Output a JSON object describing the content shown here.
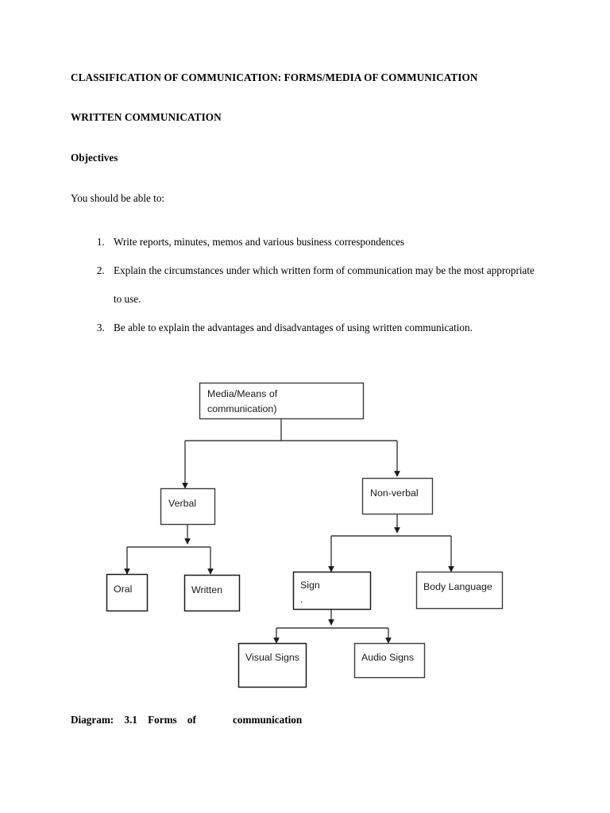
{
  "document": {
    "title": "CLASSIFICATION OF COMMUNICATION: FORMS/MEDIA OF COMMUNICATION",
    "subtitle": "WRITTEN COMMUNICATION",
    "objectives_heading": "Objectives",
    "lead_in": "You should be able to:",
    "objectives": [
      "Write reports, minutes, memos and various business correspondences",
      "Explain the circumstances under which written form of communication may be the most appropriate to use.",
      "Be able to explain the advantages and disadvantages of using written communication."
    ]
  },
  "diagram": {
    "nodes": {
      "root_line1": "Media/Means of",
      "root_line2": "communication)",
      "verbal": "Verbal",
      "nonverbal": "Non-verbal",
      "oral": "Oral",
      "written": "Written",
      "sign": "Sign",
      "sign_line2": ".",
      "body_language": "Body Language",
      "visual_signs": "Visual Signs",
      "audio_signs": "Audio Signs"
    },
    "edges": [
      {
        "from": "root",
        "to": "verbal"
      },
      {
        "from": "root",
        "to": "nonverbal"
      },
      {
        "from": "verbal",
        "to": "oral"
      },
      {
        "from": "verbal",
        "to": "written"
      },
      {
        "from": "nonverbal",
        "to": "sign"
      },
      {
        "from": "nonverbal",
        "to": "body_language"
      },
      {
        "from": "sign",
        "to": "visual_signs"
      },
      {
        "from": "sign",
        "to": "audio_signs"
      }
    ],
    "colors": {
      "box_stroke": "#3c3c3c",
      "box_fill": "#ffffff",
      "connector": "#3c3c3c",
      "text": "#1a1a1a"
    }
  },
  "caption": {
    "part1": "Diagram:",
    "part2": "3.1",
    "part3": "Forms",
    "part4": "of",
    "part5": "communication"
  }
}
